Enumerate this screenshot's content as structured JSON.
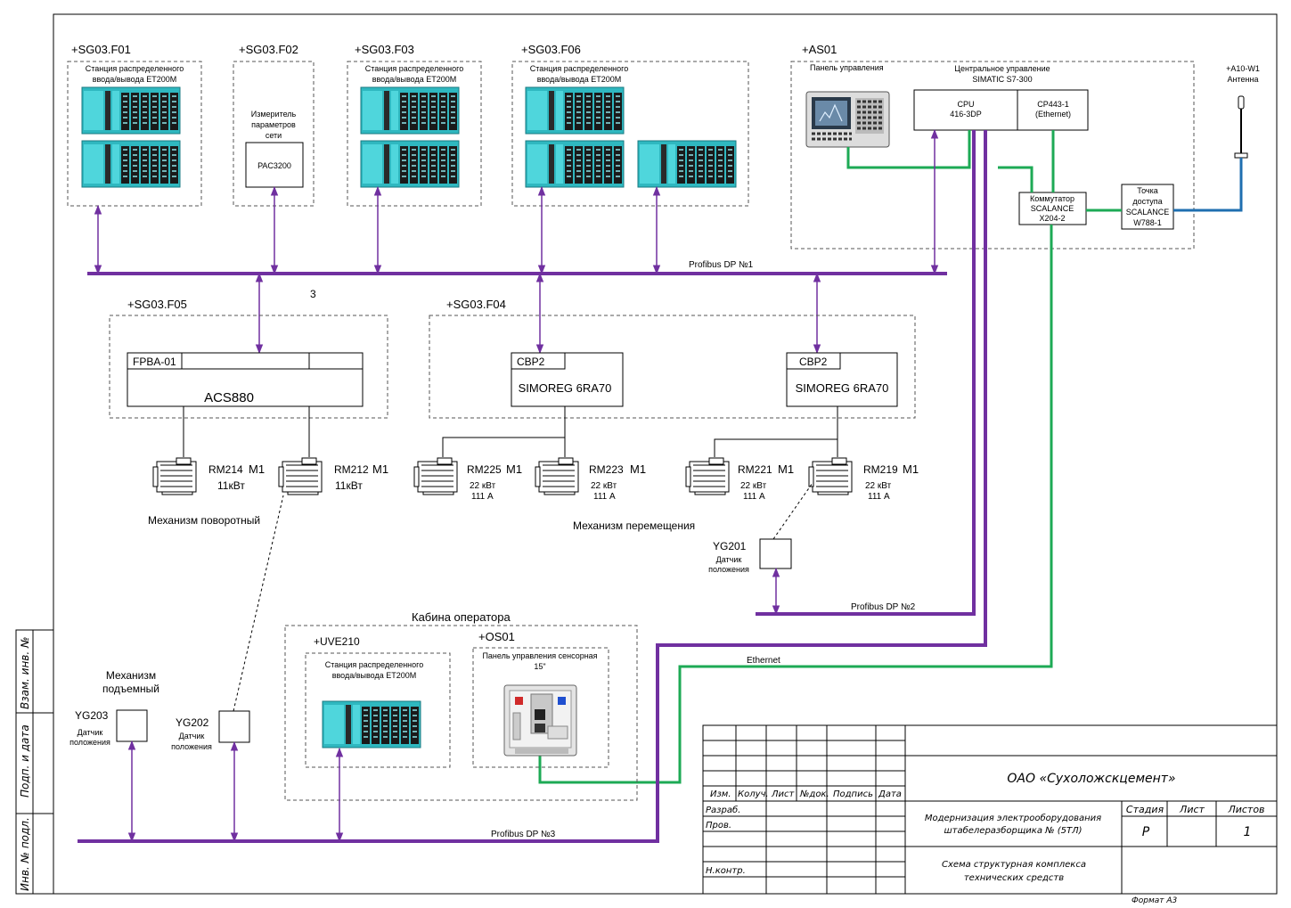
{
  "sg_f01": {
    "tag": "+SG03.F01",
    "line1": "Станция распределенного",
    "line2": "ввода/вывода ET200M"
  },
  "sg_f02": {
    "tag": "+SG03.F02",
    "line1": "Измеритель",
    "line2": "параметров",
    "line3": "сети",
    "device": "PAC3200"
  },
  "sg_f03": {
    "tag": "+SG03.F03",
    "line1": "Станция распределенного",
    "line2": "ввода/вывода ET200M"
  },
  "sg_f06": {
    "tag": "+SG03.F06",
    "line1": "Станция распределенного",
    "line2": "ввода/вывода ET200M"
  },
  "as01": {
    "tag": "+AS01",
    "panel": "Панель управления",
    "central1": "Центральное управление",
    "central2": "SIMATIC S7-300",
    "cpu1": "CPU",
    "cpu2": "416-3DP",
    "cp1": "CP443-1",
    "cp2": "(Ethernet)",
    "switch1": "Коммутатор",
    "switch2": "SCALANCE",
    "switch3": "X204-2",
    "ap1": "Точка",
    "ap2": "доступа",
    "ap3": "SCALANCE",
    "ap4": "W788-1"
  },
  "antenna": {
    "tag": "+A10-W1",
    "label": "Антенна"
  },
  "bus1": "Profibus DP №1",
  "bus2": "Profibus DP №2",
  "bus3": "Profibus DP №3",
  "ethernet": "Ethernet",
  "num3": "3",
  "sg_f05": {
    "tag": "+SG03.F05",
    "module": "FPBA-01",
    "drive": "ACS880"
  },
  "sg_f04": {
    "tag": "+SG03.F04",
    "module1": "CBP2",
    "drive1": "SIMOREG 6RA70",
    "module2": "CBP2",
    "drive2": "SIMOREG 6RA70"
  },
  "motors": [
    {
      "tag": "RM214",
      "m": "M1",
      "p": "11кВт",
      "a": ""
    },
    {
      "tag": "RM212",
      "m": "M1",
      "p": "11кВт",
      "a": ""
    },
    {
      "tag": "RM225",
      "m": "M1",
      "p": "22 кВт",
      "a": "111 А"
    },
    {
      "tag": "RM223",
      "m": "M1",
      "p": "22 кВт",
      "a": "111 А"
    },
    {
      "tag": "RM221",
      "m": "M1",
      "p": "22 кВт",
      "a": "111 А"
    },
    {
      "tag": "RM219",
      "m": "M1",
      "p": "22 кВт",
      "a": "111 А"
    }
  ],
  "mech_rot": "Механизм поворотный",
  "mech_move": "Механизм перемещения",
  "mech_lift1": "Механизм",
  "mech_lift2": "подъемный",
  "sensors": [
    {
      "tag": "YG201",
      "l1": "Датчик",
      "l2": "положения"
    },
    {
      "tag": "YG202",
      "l1": "Датчик",
      "l2": "положения"
    },
    {
      "tag": "YG203",
      "l1": "Датчик",
      "l2": "положения"
    }
  ],
  "cabin": "Кабина оператора",
  "uve": {
    "tag": "+UVE210",
    "line1": "Станция распределенного",
    "line2": "ввода/вывода ET200M"
  },
  "os01": {
    "tag": "+OS01",
    "line1": "Панель управления сенсорная",
    "line2": "15\""
  },
  "stamp": {
    "h_izm": "Изм.",
    "h_koluch": "Колуч.",
    "h_list": "Лист",
    "h_ndok": "№док.",
    "h_podp": "Подпись",
    "h_data": "Дата",
    "razrab": "Разраб.",
    "prov": "Пров.",
    "nkontr": "Н.контр.",
    "org": "ОАО «Сухоложскцемент»",
    "title1": "Модернизация электрооборудования",
    "title2": "штабелеразборщика №  (5ТЛ)",
    "doc1": "Схема структурная комплекса",
    "doc2": "технических средств",
    "stadia": "Стадия",
    "list": "Лист",
    "listov": "Листов",
    "stadia_val": "Р",
    "listov_val": "1",
    "format": "Формат А3"
  },
  "side": {
    "vzam": "Взам. инв. №",
    "podp": "Подп. и дата",
    "inv": "Инв. № подл."
  }
}
